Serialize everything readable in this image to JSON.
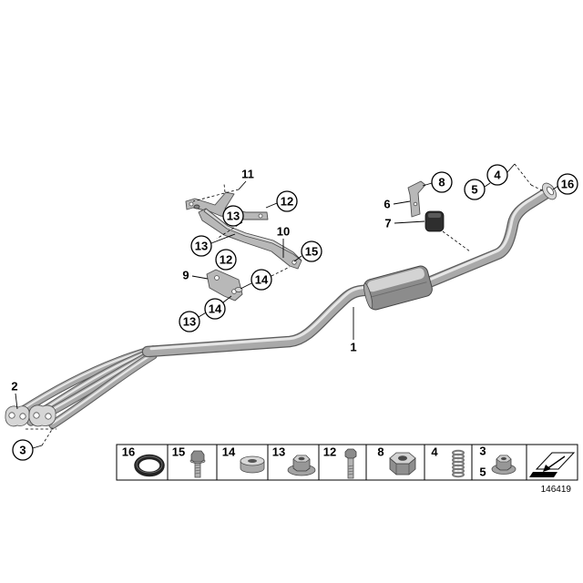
{
  "diagram": {
    "number": "146419"
  },
  "callouts": [
    "11",
    "12",
    "13",
    "10",
    "13",
    "15",
    "12",
    "9",
    "14",
    "14",
    "13",
    "1",
    "2",
    "3",
    "6",
    "7",
    "8",
    "4",
    "5",
    "16"
  ],
  "legend": {
    "cells": [
      {
        "label": "16",
        "icon": "gasket-ring-icon"
      },
      {
        "label": "15",
        "icon": "bolt-icon"
      },
      {
        "label": "14",
        "icon": "spacer-sleeve-icon"
      },
      {
        "label": "13",
        "icon": "flange-nut-icon"
      },
      {
        "label": "12",
        "icon": "stud-bolt-icon"
      },
      {
        "label": "8",
        "icon": "hex-nut-icon"
      },
      {
        "label": "4",
        "icon": "spring-icon"
      },
      {
        "label": "3",
        "label_2": "5",
        "icon": "collar-nut-icon"
      }
    ],
    "nav_icon": "arrow-icon"
  },
  "colors": {
    "ink": "#000000",
    "part_metal": "#b8b8b8",
    "part_shadow": "#5c5c5c",
    "rubber": "#2e2e2e",
    "background": "#ffffff"
  }
}
